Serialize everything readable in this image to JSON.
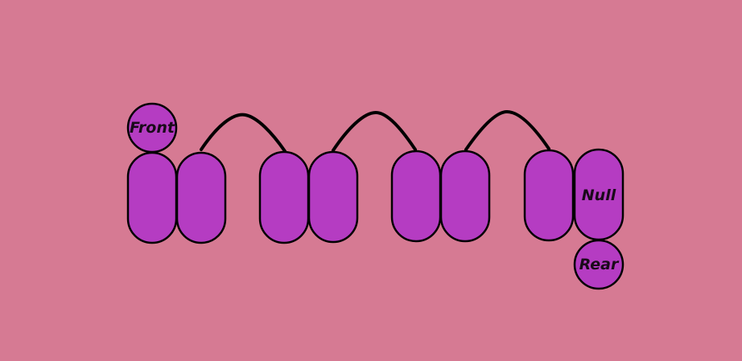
{
  "colors": {
    "background": "#d67a93",
    "node_fill": "#b53cc2",
    "outline": "#000000"
  },
  "diagram": {
    "front_label": "Front",
    "null_label": "Null",
    "rear_label": "Rear",
    "node_count": 8,
    "pairs": 4,
    "links": 3
  }
}
